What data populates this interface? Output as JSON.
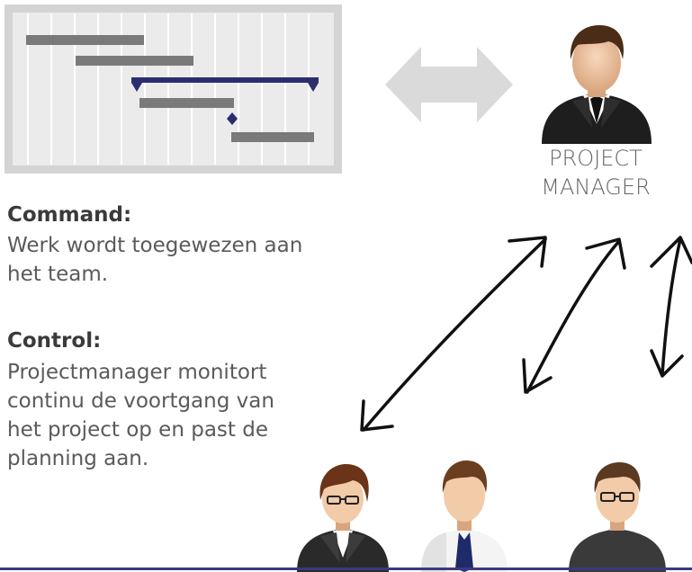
{
  "gantt": {
    "icon": "gantt-chart-icon",
    "colors": {
      "frame": "#d8d8d8",
      "task_bar": "#7a7a7a",
      "summary_bar": "#2b2e6e",
      "milestone": "#2b2e6e"
    }
  },
  "exchange": {
    "icon": "double-arrow-icon",
    "color": "#dadada"
  },
  "project_manager": {
    "icon": "businessman-avatar-icon",
    "title_line1": "PROJECT",
    "title_line2": "MANAGER"
  },
  "command": {
    "heading": "Command:",
    "lines": [
      "Werk wordt toegewezen aan",
      "het team."
    ]
  },
  "control": {
    "heading": "Control:",
    "lines": [
      "Projectmanager monitort",
      "continu de voortgang van",
      "het project op en past de",
      "planning aan."
    ]
  },
  "arrows": {
    "icon": "hand-drawn-double-arrows",
    "color": "#111111"
  },
  "team": [
    {
      "icon": "woman-avatar-icon"
    },
    {
      "icon": "man-shirt-tie-avatar-icon"
    },
    {
      "icon": "man-glasses-avatar-icon"
    }
  ],
  "baseline_color": "#3a3a7a"
}
